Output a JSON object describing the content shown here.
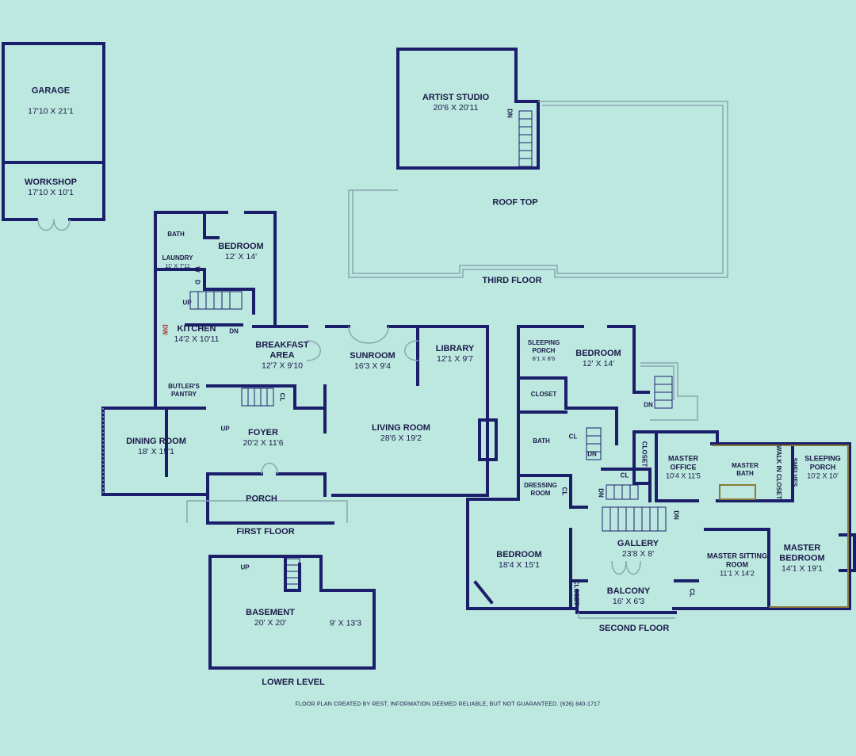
{
  "rooms": {
    "garage": {
      "name": "GARAGE",
      "dims": "17'10 X 21'1"
    },
    "workshop": {
      "name": "WORKSHOP",
      "dims": "17'10 X 10'1"
    },
    "artist_studio": {
      "name": "ARTIST STUDIO",
      "dims": "20'6 X 20'11"
    },
    "roof_top": {
      "name": "ROOF TOP"
    },
    "bath_1": {
      "name": "BATH"
    },
    "bedroom_1": {
      "name": "BEDROOM",
      "dims": "12' X 14'"
    },
    "laundry": {
      "name": "LAUNDRY",
      "dims": "11' X 7'11"
    },
    "kitchen": {
      "name": "KITCHEN",
      "dims": "14'2 X 10'11"
    },
    "breakfast": {
      "name": "BREAKFAST AREA",
      "dims": "12'7 X 9'10"
    },
    "sunroom": {
      "name": "SUNROOM",
      "dims": "16'3 X 9'4"
    },
    "library": {
      "name": "LIBRARY",
      "dims": "12'1 X 9'7"
    },
    "butlers_pantry": {
      "name": "BUTLER'S PANTRY"
    },
    "dining": {
      "name": "DINING ROOM",
      "dims": "18' X 15'1"
    },
    "foyer": {
      "name": "FOYER",
      "dims": "20'2 X 11'6"
    },
    "living": {
      "name": "LIVING ROOM",
      "dims": "28'6 X 19'2"
    },
    "porch": {
      "name": "PORCH"
    },
    "basement": {
      "name": "BASEMENT",
      "dims": "20' X 20'"
    },
    "basement_2": {
      "dims": "9' X 13'3"
    },
    "sleeping_porch_1": {
      "name": "SLEEPING PORCH",
      "dims": "8'1 X 8'6"
    },
    "bedroom_2": {
      "name": "BEDROOM",
      "dims": "12' X 14'"
    },
    "closet_1": {
      "name": "CLOSET"
    },
    "bath_2": {
      "name": "BATH"
    },
    "master_office": {
      "name": "MASTER OFFICE",
      "dims": "10'4 X 11'5"
    },
    "master_bath": {
      "name": "MASTER BATH"
    },
    "walkin_closet": {
      "name": "WALK IN CLOSET"
    },
    "shelves": {
      "name": "SHELVES"
    },
    "sleeping_porch_2": {
      "name": "SLEEPING PORCH",
      "dims": "10'2 X 10'"
    },
    "dressing": {
      "name": "DRESSING ROOM"
    },
    "bedroom_3": {
      "name": "BEDROOM",
      "dims": "18'4 X 15'1"
    },
    "gallery": {
      "name": "GALLERY",
      "dims": "23'8 X 8'"
    },
    "balcony": {
      "name": "BALCONY",
      "dims": "16' X 6'3"
    },
    "master_sitting": {
      "name": "MASTER SITTING ROOM",
      "dims": "11'1 X 14'2"
    },
    "master_bedroom": {
      "name": "MASTER BEDROOM",
      "dims": "14'1 X 19'1"
    }
  },
  "floors": {
    "third": "THIRD FLOOR",
    "first": "FIRST FLOOR",
    "second": "SECOND FLOOR",
    "lower": "LOWER LEVEL"
  },
  "tags": {
    "dn": "DN",
    "up": "UP",
    "cl": "CL",
    "closet": "CLOSET",
    "w": "W",
    "d": "D",
    "dw": "DW"
  },
  "footer": "FLOOR PLAN CREATED BY REST, INFORMATION DEEMED RELIABLE, BUT NOT GUARANTEED.  (626) 840-1717",
  "colors": {
    "background": "#bde8df",
    "wall": "#1b1f6b",
    "thin": "#8aa6b0",
    "accent": "#8a7a3a"
  }
}
